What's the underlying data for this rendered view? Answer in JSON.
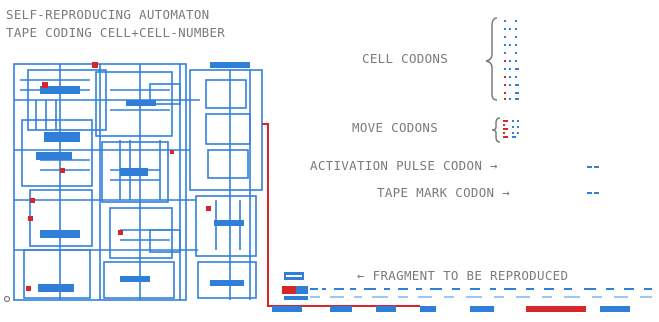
{
  "title_line1": "SELF-REPRODUCING AUTOMATON",
  "title_line2": "TAPE CODING CELL+CELL-NUMBER",
  "labels": {
    "cell_codons": "CELL CODONS",
    "move_codons": "MOVE CODONS",
    "activation_pulse_codon": "ACTIVATION PULSE CODON →",
    "tape_mark_codon": "TAPE MARK CODON →",
    "fragment": "← FRAGMENT TO BE REPRODUCED"
  },
  "colors": {
    "text": "#7b7b7b",
    "circuit_blue": "#2f7fd9",
    "signal_red": "#d7262b",
    "light_blue": "#9cc7ee",
    "background": "#ffffff"
  }
}
